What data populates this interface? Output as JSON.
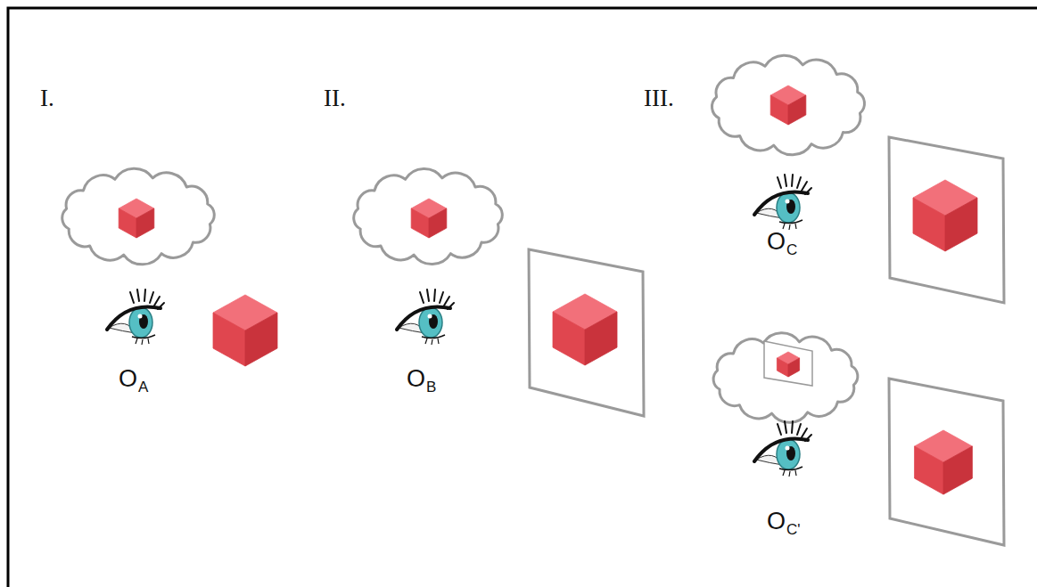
{
  "diagram": {
    "labels": [
      "I.",
      "II.",
      "III.",
      "O",
      "A",
      "O",
      "B",
      "O",
      "C",
      "O",
      "C'"
    ]
  }
}
